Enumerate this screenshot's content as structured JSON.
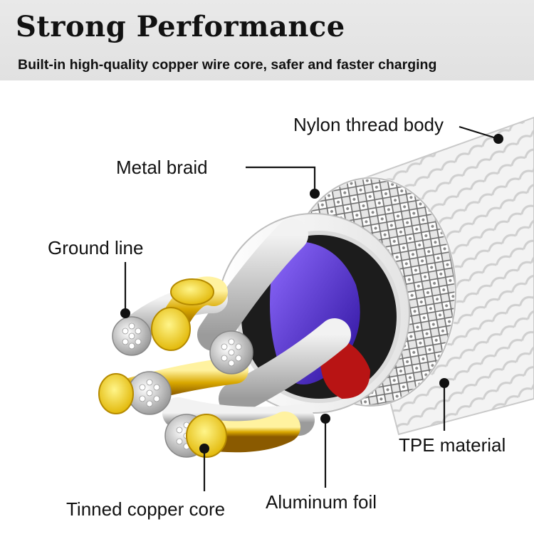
{
  "header": {
    "title": "Strong Performance",
    "subtitle": "Built-in high-quality copper wire core, safer and faster charging"
  },
  "labels": {
    "nylon": "Nylon thread body",
    "metal_braid": "Metal braid",
    "ground_line": "Ground line",
    "tpe": "TPE material",
    "tinned_core": "Tinned copper core",
    "aluminum_foil": "Aluminum foil"
  },
  "colors": {
    "banner": "#e5e5e5",
    "shield_purple": "#5a2ed8",
    "copper_gold": "#e9c000",
    "signal_red": "#c01818",
    "tinned_silver": "#d6d6d6"
  }
}
